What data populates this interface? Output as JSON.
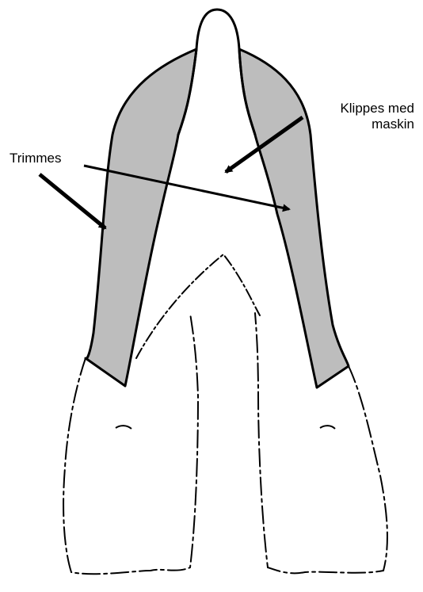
{
  "diagram": {
    "labels": {
      "trim": "Trimmes",
      "clip_line1": "Klippes med",
      "clip_line2": "maskin"
    },
    "colors": {
      "trimmed_region": "#bdbdbd",
      "outline": "#000000",
      "background": "#ffffff"
    }
  }
}
